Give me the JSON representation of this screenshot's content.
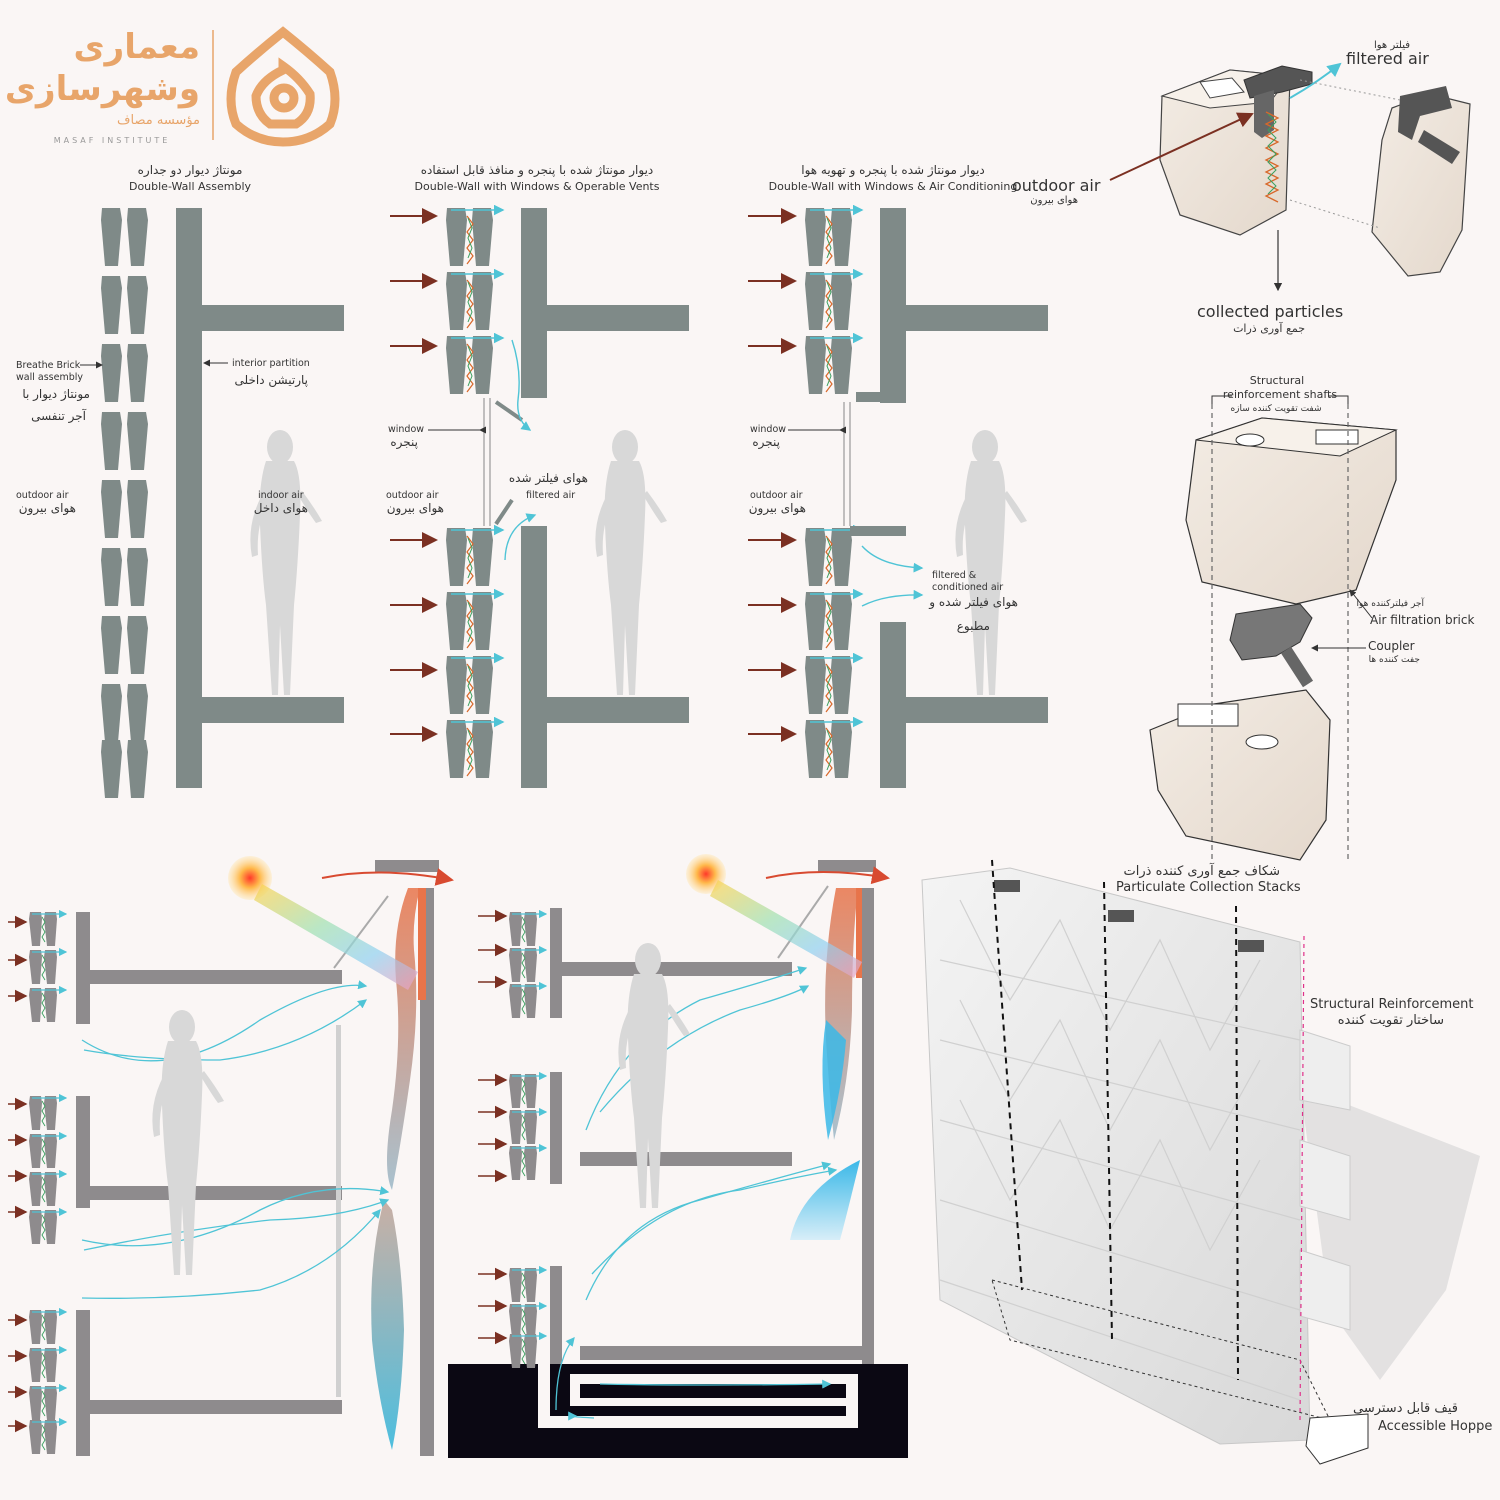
{
  "logo": {
    "line1": "معماری",
    "line2": "وشهرسازی",
    "line3": "مؤسسه مصاف",
    "line4": "MASAF INSTITUTE",
    "color": "#e8a56a"
  },
  "section1": {
    "title_fa": "مونتاژ دیوار دو جداره",
    "title_en": "Double-Wall Assembly",
    "breathe_en1": "Breathe Brick",
    "breathe_en2": "wall assembly",
    "breathe_fa1": "مونتاژ دیوار با",
    "breathe_fa2": "آجر تنفسی",
    "outdoor_en": "outdoor air",
    "outdoor_fa": "هوای بیرون",
    "partition_en": "interior partition",
    "partition_fa": "پارتیشن داخلی",
    "indoor_en": "indoor air",
    "indoor_fa": "هوای داخل"
  },
  "section2": {
    "title_fa": "دیوار مونتاژ شده با پنجره و منافذ قابل استفاده",
    "title_en": "Double-Wall with Windows & Operable Vents",
    "window_en": "window",
    "window_fa": "پنجره",
    "outdoor_en": "outdoor air",
    "outdoor_fa": "هوای بیرون",
    "filtered_fa": "هوای فیلتر شده",
    "filtered_en": "filtered air"
  },
  "section3": {
    "title_fa": "دیوار مونتاژ شده با پنجره و تهویه هوا",
    "title_en": "Double-Wall with Windows & Air Conditioning",
    "window_en": "window",
    "window_fa": "پنجره",
    "outdoor_en": "outdoor air",
    "outdoor_fa": "هوای بیرون",
    "cond_en1": "filtered &",
    "cond_en2": "conditioned air",
    "cond_fa1": "هوای فیلتر شده و",
    "cond_fa2": "مطبوع"
  },
  "brick_detail": {
    "filtered_fa": "فیلتر هوا",
    "filtered_en": "filtered air",
    "outdoor_en": "outdoor air",
    "outdoor_fa": "هوای بیرون",
    "particles_en": "collected particles",
    "particles_fa": "جمع آوری ذرات"
  },
  "exploded": {
    "shafts_en1": "Structural",
    "shafts_en2": "reinforcement shafts",
    "shafts_fa": "شفت تقویت کننده سازه",
    "brick_fa": "آجر فیلترکننده هوا",
    "brick_en": "Air filtration brick",
    "coupler_en": "Coupler",
    "coupler_fa": "جفت کننده ها"
  },
  "facade": {
    "stacks_fa": "شکاف جمع آوری کننده ذرات",
    "stacks_en": "Particulate Collection Stacks",
    "reinf_en": "Structural Reinforcement",
    "reinf_fa": "ساختار تقویت کننده",
    "hopper_fa": "قیف قابل دسترسی",
    "hopper_en": "Accessible Hoppe"
  },
  "colors": {
    "wall": "#7f8a88",
    "arrow": "#7b3022",
    "flow": "#4fc4d6",
    "silhouette": "#d8d8d8",
    "section_wall": "#8e8b8d",
    "ground": "#0b0813",
    "accent_orange": "#e8744a"
  }
}
